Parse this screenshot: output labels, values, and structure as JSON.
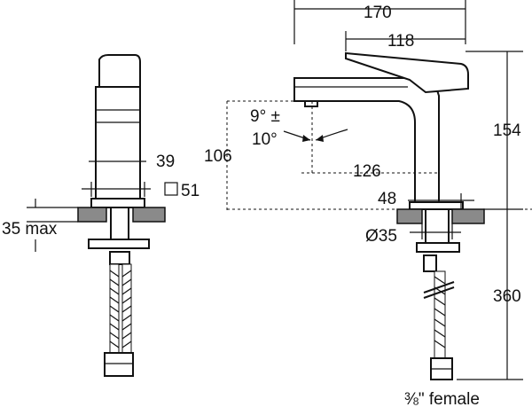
{
  "dimensions": {
    "overall_length": "170",
    "lever_length": "118",
    "height_total": "154",
    "spout_height": "106",
    "angle_top": "9° ±",
    "angle_bottom": "10°",
    "reach": "126",
    "body_width": "39",
    "base_square": "51",
    "base_offset": "48",
    "max_deck": "35 max",
    "hole_diameter": "Ø35",
    "hose_length": "360",
    "connection": "⅜\" female"
  },
  "symbols": {
    "square": "square-icon"
  }
}
